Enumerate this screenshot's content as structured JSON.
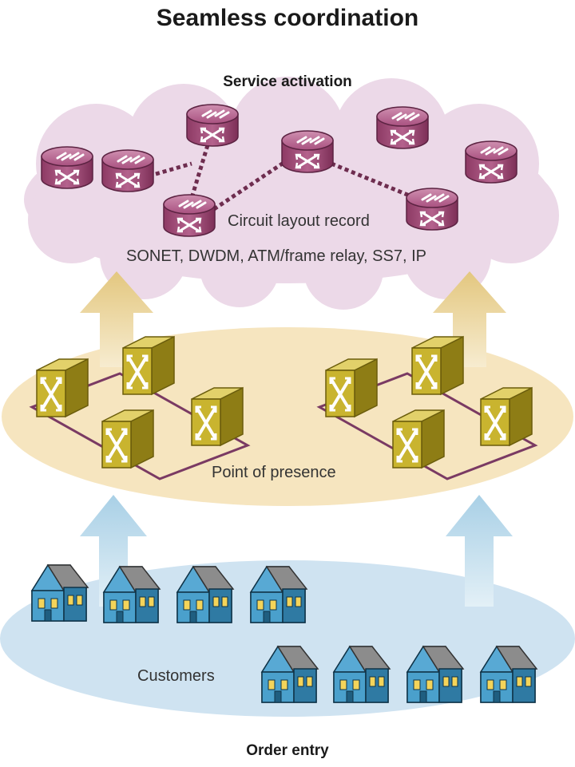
{
  "title": "Seamless coordination",
  "layers": {
    "service": {
      "heading": "Service activation",
      "record_label": "Circuit layout record",
      "tech_label": "SONET, DWDM, ATM/frame relay, SS7, IP",
      "color": "#ecd9e8"
    },
    "pop": {
      "label": "Point of presence",
      "color": "#f6e5bf"
    },
    "customers": {
      "label": "Customers",
      "footer": "Order entry",
      "color": "#cfe3f1"
    }
  },
  "colors": {
    "router": "#a64b78",
    "switch": "#c7b22e",
    "house": "#3d93bf",
    "roof": "#8a8a8a",
    "arrow_up_gold": "#e6cf8e",
    "arrow_up_blue": "#b6d8ea"
  },
  "icons": [
    "router-icon",
    "switch-icon",
    "house-icon",
    "arrow-up-icon"
  ]
}
